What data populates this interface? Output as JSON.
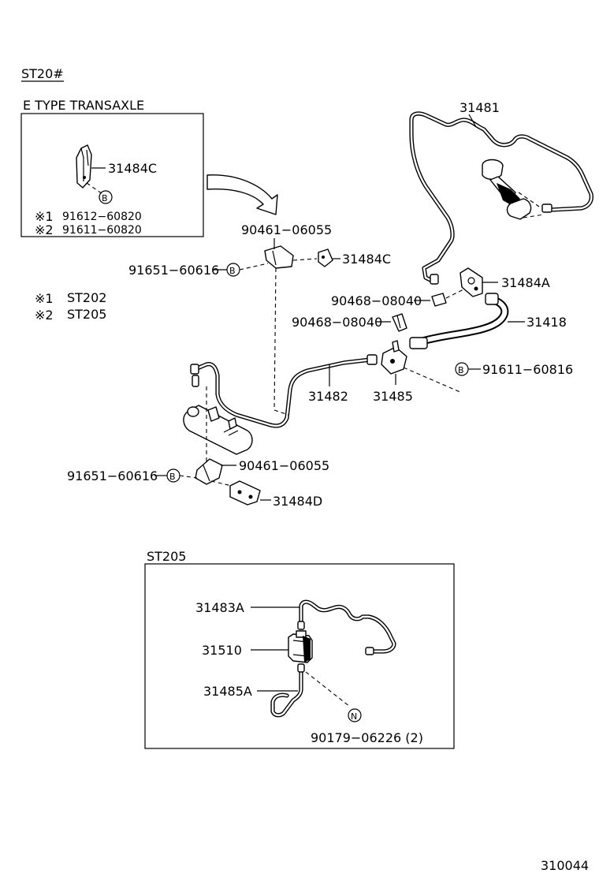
{
  "header": {
    "model": "ST20#",
    "inset_title": "E TYPE TRANSAXLE",
    "st205_title": "ST205",
    "footer_code": "310044"
  },
  "legend": {
    "mark1": "※1",
    "mark2": "※2",
    "line1": "ST202",
    "line2": "ST205"
  },
  "symbols": {
    "bolt": "B",
    "nut": "N"
  },
  "inset": {
    "part": "31484C",
    "alt1": "91612−60820",
    "alt2": "91611−60820"
  },
  "parts": {
    "p31481": "31481",
    "p31484A": "31484A",
    "p31484C": "31484C",
    "p31418": "31418",
    "p31482": "31482",
    "p31485": "31485",
    "p31484D": "31484D",
    "p90461_top": "90461−06055",
    "p90461_bot": "90461−06055",
    "p91651_top": "91651−60616",
    "p91651_bot": "91651−60616",
    "p90468_a": "90468−08040",
    "p90468_b": "90468−08040",
    "p91611": "91611−60816"
  },
  "st205": {
    "p31483A": "31483A",
    "p31510": "31510",
    "p31485A": "31485A",
    "p90179": "90179−06226 (2)"
  }
}
